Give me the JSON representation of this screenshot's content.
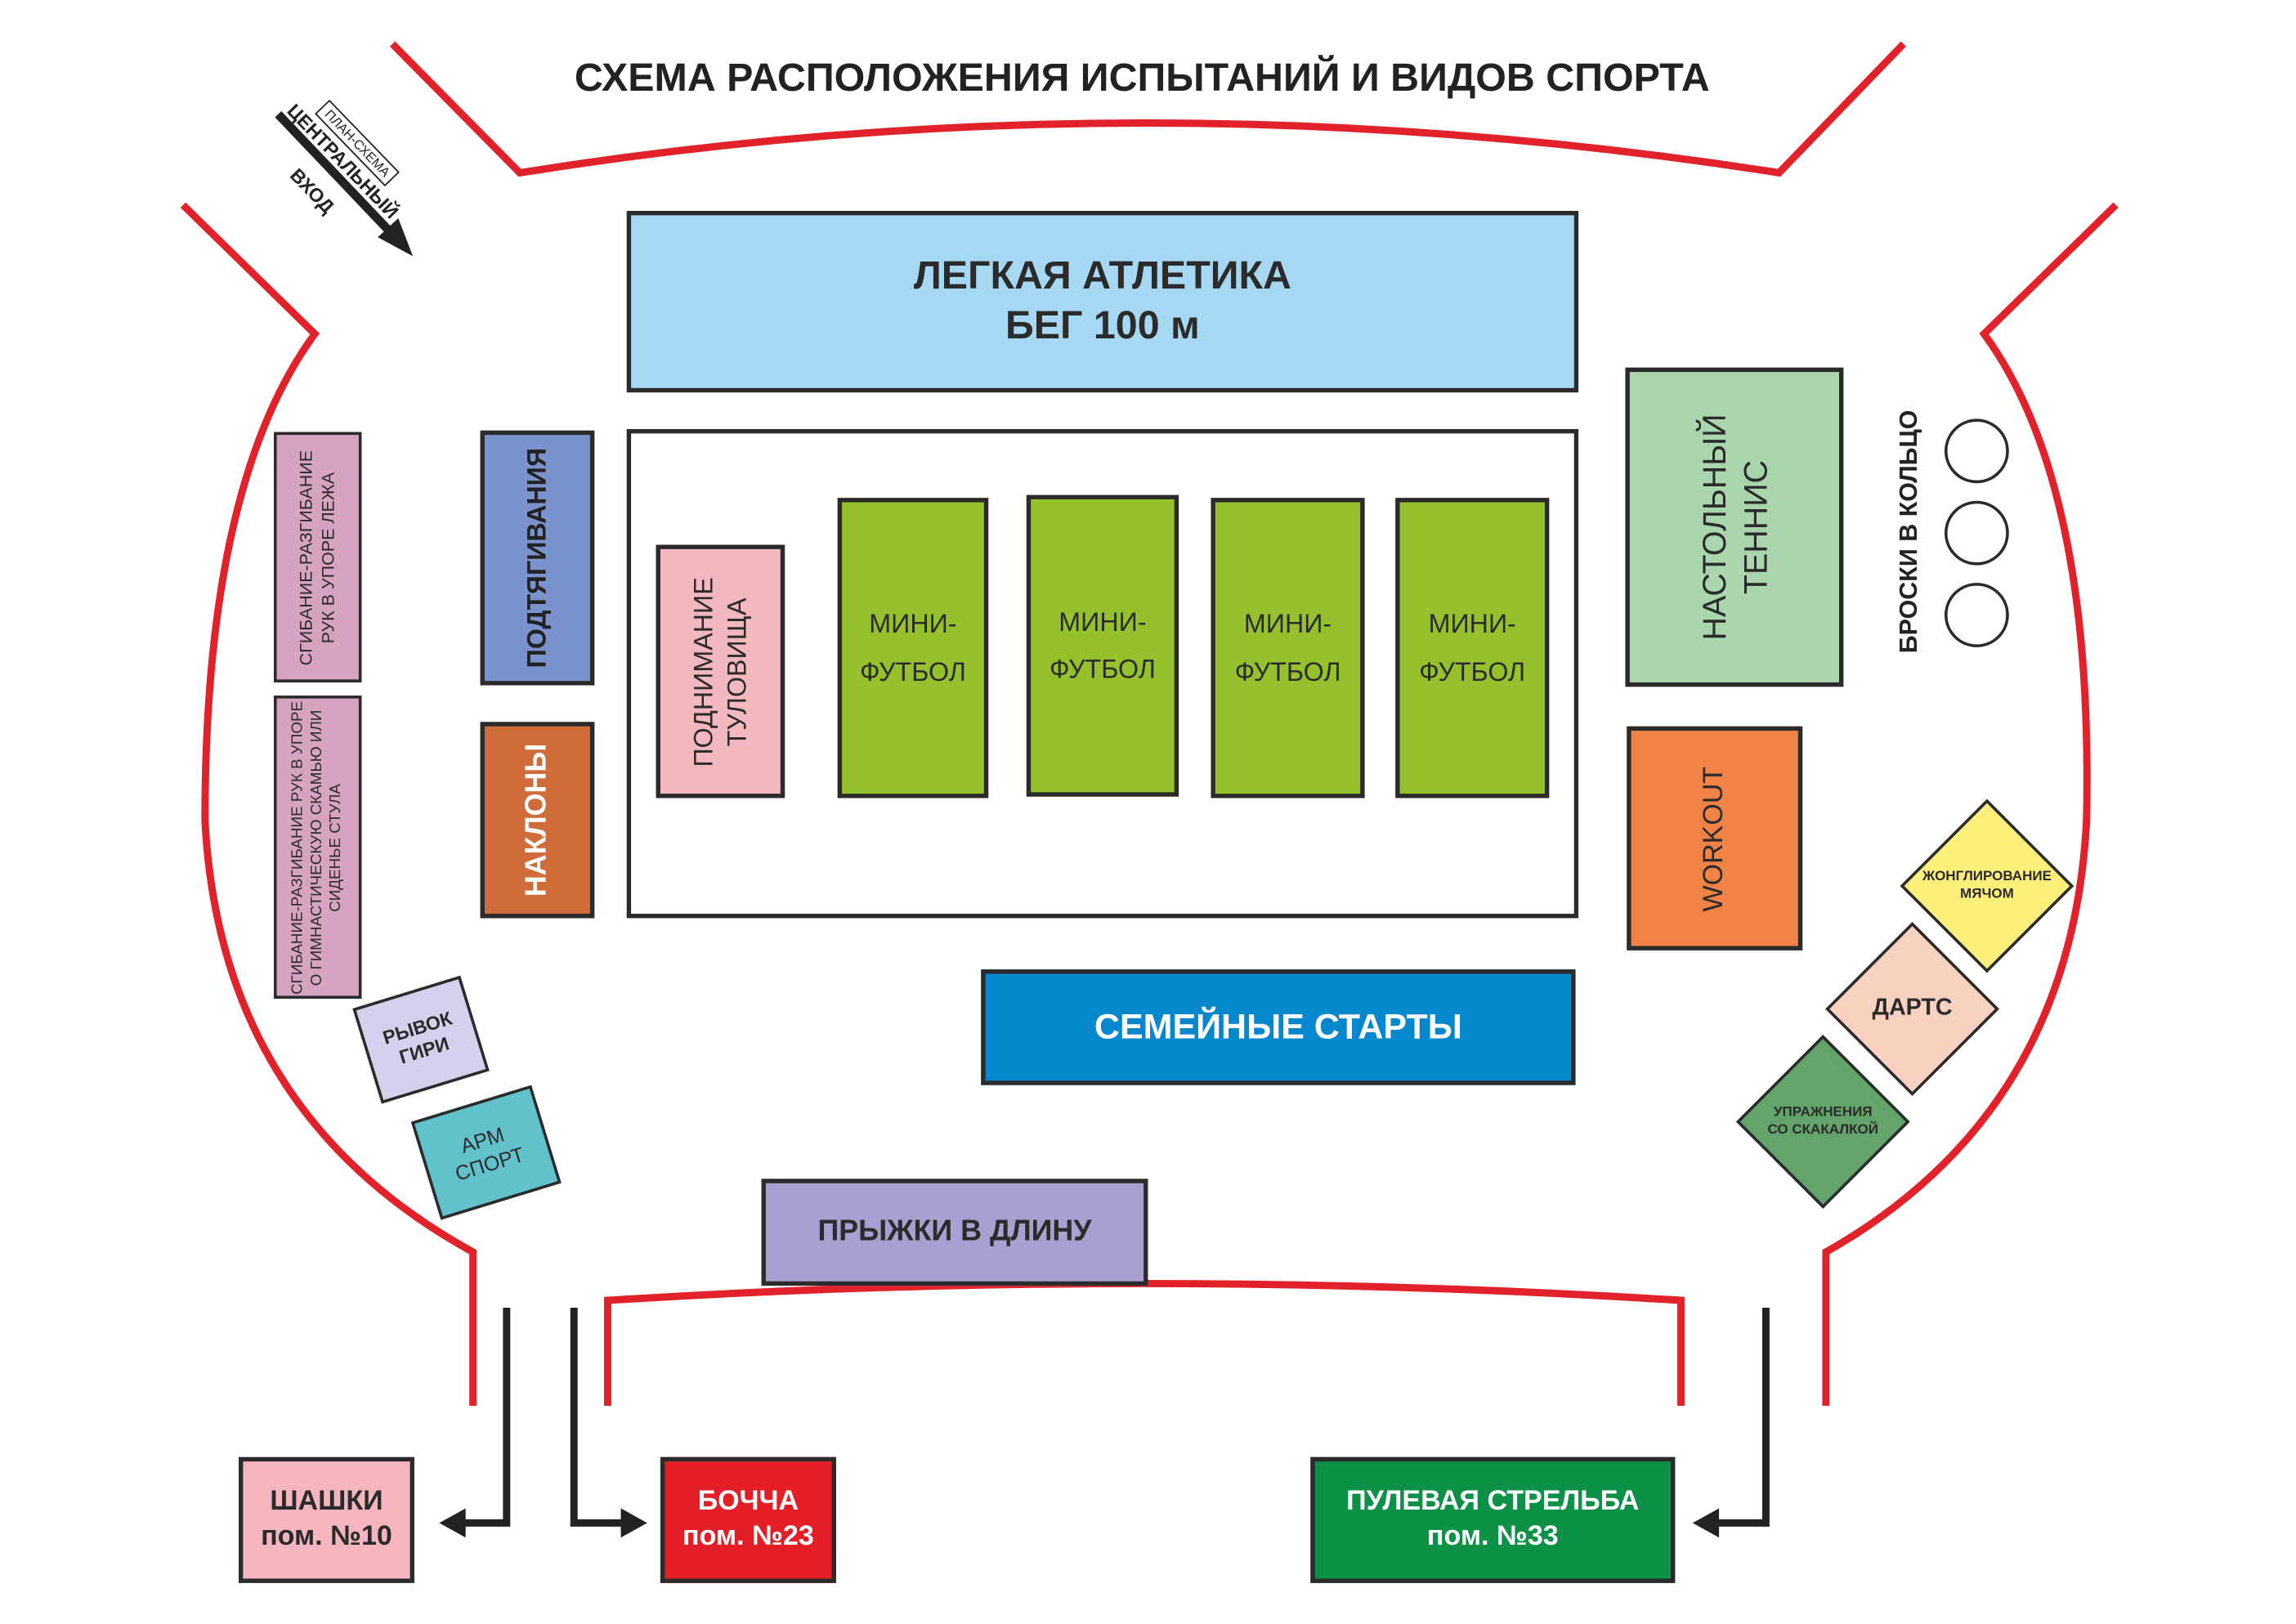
{
  "title": "СХЕМА РАСПОЛОЖЕНИЯ ИСПЫТАНИЙ И ВИДОВ СПОРТА",
  "entrance": {
    "plan_label": "ПЛАН-СХЕМА",
    "line1": "ЦЕНТРАЛЬНЫЙ",
    "line2": "ВХОД"
  },
  "zones": {
    "athletics": {
      "line1": "ЛЕГКАЯ АТЛЕТИКА",
      "line2": "БЕГ 100 м",
      "color": "#a6d8f4"
    },
    "push_ups_floor": {
      "line1": "СГИБАНИЕ-РАЗГИБАНИЕ",
      "line2": "РУК В УПОРЕ ЛЕЖА",
      "color": "#d6a4c0"
    },
    "push_ups_bench": {
      "line1": "СГИБАНИЕ-РАЗГИБАНИЕ РУК В УПОРЕ",
      "line2": "О ГИМНАСТИЧЕСКУЮ СКАМЬЮ ИЛИ",
      "line3": "СИДЕНЬЕ СТУЛА",
      "color": "#d6a4c0"
    },
    "pull_ups": {
      "label": "ПОДТЯГИВАНИЯ",
      "color": "#7b93cc"
    },
    "bends": {
      "label": "НАКЛОНЫ",
      "color": "#cf6c3a"
    },
    "sit_ups": {
      "line1": "ПОДНИМАНИЕ",
      "line2": "ТУЛОВИЩА",
      "color": "#f4b8c0"
    },
    "futsal": [
      {
        "line1": "МИНИ-",
        "line2": "ФУТБОЛ"
      },
      {
        "line1": "МИНИ-",
        "line2": "ФУТБОЛ"
      },
      {
        "line1": "МИНИ-",
        "line2": "ФУТБОЛ"
      },
      {
        "line1": "МИНИ-",
        "line2": "ФУТБОЛ"
      }
    ],
    "futsal_color": "#94c12c",
    "table_tennis": {
      "line1": "НАСТОЛЬНЫЙ",
      "line2": "ТЕННИС",
      "color": "#a9d6ad"
    },
    "basket": {
      "label": "БРОСКИ В КОЛЬЦО"
    },
    "workout": {
      "label": "WORKOUT",
      "color": "#f08345"
    },
    "juggling": {
      "line1": "ЖОНГЛИРОВАНИЕ",
      "line2": "МЯЧОМ",
      "color": "#fdf07a"
    },
    "darts": {
      "label": "ДАРТС",
      "color": "#f9d2c2"
    },
    "jump_rope": {
      "line1": "УПРАЖНЕНИЯ",
      "line2": "СО СКАКАЛКОЙ",
      "color": "#63a36c"
    },
    "kettlebell": {
      "line1": "РЫВОК",
      "line2": "ГИРИ",
      "color": "#d3d1eb"
    },
    "armsport": {
      "line1": "АРМ",
      "line2": "СПОРТ",
      "color": "#62c2cc"
    },
    "family": {
      "label": "СЕМЕЙНЫЕ СТАРТЫ",
      "color": "#0587cd"
    },
    "long_jump": {
      "label": "ПРЫЖКИ В ДЛИНУ",
      "color": "#a8a0d0"
    }
  },
  "rooms": {
    "checkers": {
      "line1": "ШАШКИ",
      "line2": "пом. №10",
      "color": "#f6b6bf"
    },
    "bocce": {
      "line1": "БОЧЧА",
      "line2": "пом. №23",
      "color": "#e41e26"
    },
    "shooting": {
      "line1": "ПУЛЕВАЯ СТРЕЛЬБА",
      "line2": "пом. №33",
      "color": "#0c9146"
    }
  },
  "colors": {
    "boundary": "#e2222a",
    "outline": "#2b2b2b"
  }
}
